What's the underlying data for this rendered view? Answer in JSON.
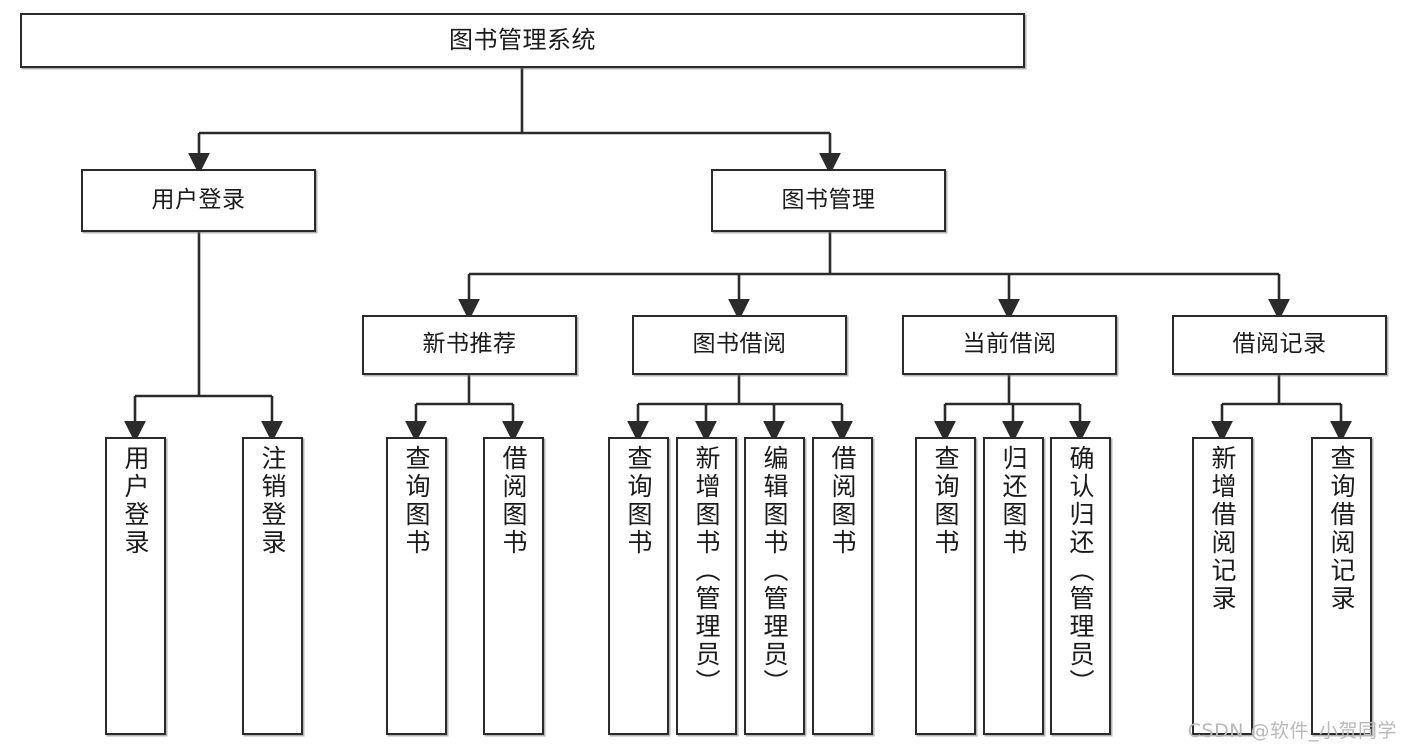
{
  "diagram": {
    "title": "图书管理系统",
    "type": "tree",
    "watermark": "CSDN @软件_小贺同学",
    "colors": {
      "box_border": "#2b2b2b",
      "box_fill": "#ffffff",
      "edge": "#2b2b2b",
      "text": "#1b1b1b",
      "watermark": "#b9b9b9"
    },
    "nodes": {
      "root": {
        "label": "图书管理系统",
        "level": 1
      },
      "l2": [
        {
          "id": "user-login",
          "label": "用户登录",
          "level": 2
        },
        {
          "id": "book-manage",
          "label": "图书管理",
          "level": 2
        }
      ],
      "l3": [
        {
          "id": "new-book-rec",
          "label": "新书推荐",
          "level": 3,
          "parent": "book-manage"
        },
        {
          "id": "book-borrow",
          "label": "图书借阅",
          "level": 3,
          "parent": "book-manage"
        },
        {
          "id": "current-borrow",
          "label": "当前借阅",
          "level": 3,
          "parent": "book-manage"
        },
        {
          "id": "borrow-record",
          "label": "借阅记录",
          "level": 3,
          "parent": "book-manage"
        }
      ],
      "leaves": [
        {
          "id": "leaf-user-login",
          "label": "用户登录",
          "parent": "user-login"
        },
        {
          "id": "leaf-logout-login",
          "label": "注销登录",
          "parent": "user-login"
        },
        {
          "id": "leaf-query-book-1",
          "label": "查询图书",
          "parent": "new-book-rec"
        },
        {
          "id": "leaf-borrow-book-1",
          "label": "借阅图书",
          "parent": "new-book-rec"
        },
        {
          "id": "leaf-query-book-2",
          "label": "查询图书",
          "parent": "book-borrow"
        },
        {
          "id": "leaf-add-book",
          "label": "新增图书（管理员）",
          "parent": "book-borrow"
        },
        {
          "id": "leaf-edit-book",
          "label": "编辑图书（管理员）",
          "parent": "book-borrow"
        },
        {
          "id": "leaf-borrow-book-2",
          "label": "借阅图书",
          "parent": "book-borrow"
        },
        {
          "id": "leaf-query-book-3",
          "label": "查询图书",
          "parent": "current-borrow"
        },
        {
          "id": "leaf-return-book",
          "label": "归还图书",
          "parent": "current-borrow"
        },
        {
          "id": "leaf-confirm-return",
          "label": "确认归还（管理员）",
          "parent": "current-borrow"
        },
        {
          "id": "leaf-add-record",
          "label": "新增借阅记录",
          "parent": "borrow-record"
        },
        {
          "id": "leaf-query-record",
          "label": "查询借阅记录",
          "parent": "borrow-record"
        }
      ]
    }
  }
}
